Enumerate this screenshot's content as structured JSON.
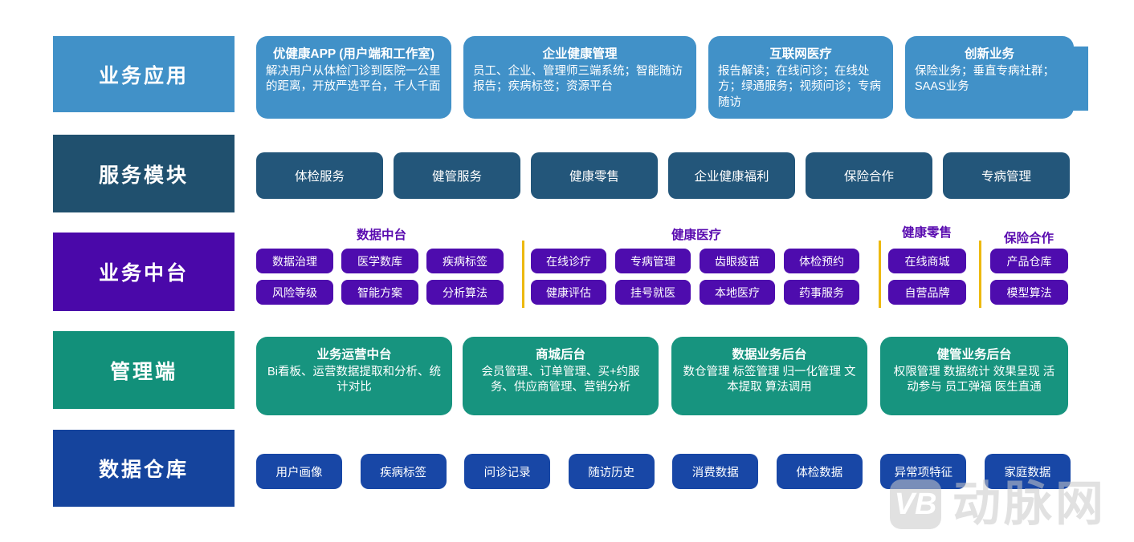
{
  "colors": {
    "row1_blue": "#4191c8",
    "row2_navy_label": "#20506e",
    "row2_button": "#23567a",
    "row3_purple_label": "#4a08a9",
    "row3_chip": "#4e0cae",
    "row3_header_text": "#5a0cb0",
    "divider_gold": "#edb90f",
    "row4_green_label": "#12907a",
    "row4_card": "#17947f",
    "row5_blue_label": "#15449d",
    "row5_chip": "#1847a6",
    "watermark_gray": "#c9c9c9"
  },
  "row1": {
    "label": "业务应用",
    "cards": [
      {
        "title": "优健康APP (用户端和工作室)",
        "body": "解决用户从体检门诊到医院一公里的距离，开放严选平台，千人千面"
      },
      {
        "title": "企业健康管理",
        "body": "员工、企业、管理师三端系统；智能随访报告；疾病标签；资源平台"
      },
      {
        "title": "互联网医疗",
        "body": "报告解读；在线问诊；在线处方；绿通服务；视频问诊；专病随访"
      },
      {
        "title": "创新业务",
        "body": "保险业务；垂直专病社群；SAAS业务"
      }
    ]
  },
  "row2": {
    "label": "服务模块",
    "buttons": [
      "体检服务",
      "健管服务",
      "健康零售",
      "企业健康福利",
      "保险合作",
      "专病管理"
    ]
  },
  "row3": {
    "label": "业务中台",
    "groups": [
      {
        "title": "数据中台",
        "chips": [
          "数据治理",
          "医学数库",
          "疾病标签",
          "风险等级",
          "智能方案",
          "分析算法"
        ]
      },
      {
        "title": "健康医疗",
        "chips": [
          "在线诊疗",
          "专病管理",
          "齿眼疫苗",
          "体检预约",
          "健康评估",
          "挂号就医",
          "本地医疗",
          "药事服务"
        ]
      },
      {
        "title": "健康零售",
        "chips": [
          "在线商城",
          "自营品牌"
        ]
      },
      {
        "title": "保险合作",
        "chips": [
          "产品仓库",
          "模型算法"
        ]
      }
    ]
  },
  "row4": {
    "label": "管理端",
    "cards": [
      {
        "title": "业务运营中台",
        "body": "Bi看板、运营数据提取和分析、统计对比"
      },
      {
        "title": "商城后台",
        "body": "会员管理、订单管理、买+约服务、供应商管理、营销分析"
      },
      {
        "title": "数据业务后台",
        "body": "数仓管理 标签管理 归一化管理 文本提取 算法调用"
      },
      {
        "title": "健管业务后台",
        "body": "权限管理 数据统计 效果呈现 活动参与 员工弹福 医生直通"
      }
    ]
  },
  "row5": {
    "label": "数据仓库",
    "chips": [
      "用户画像",
      "疾病标签",
      "问诊记录",
      "随访历史",
      "消费数据",
      "体检数据",
      "异常项特征",
      "家庭数据"
    ]
  },
  "watermark": {
    "logo_text": "VB",
    "brand_text": "动脉网"
  }
}
